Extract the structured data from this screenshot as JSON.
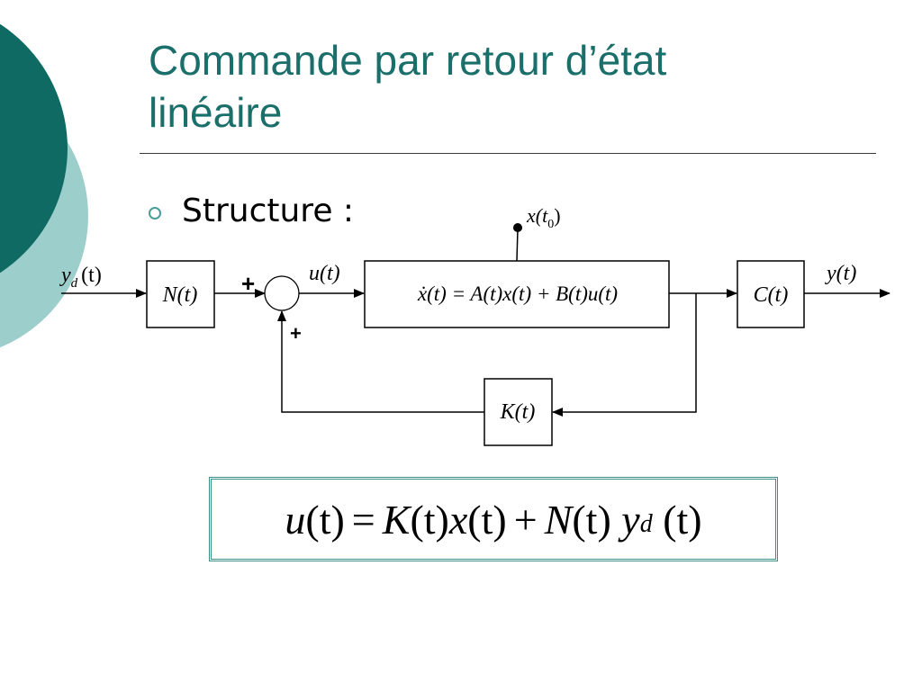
{
  "slide": {
    "title_line1": "Commande par retour d’état",
    "title_line2": "linéaire",
    "bullet": "Structure :",
    "colors": {
      "title": "#1a6f6a",
      "dark_teal": "#0f6a64",
      "light_teal": "#9ccfcc",
      "bullet": "#4a9e98"
    }
  },
  "diagram": {
    "input_label": "y",
    "input_sub": "d",
    "input_arg": "(t)",
    "block_N": "N(t)",
    "sum_plus_top": "+",
    "sum_plus_bottom": "+",
    "u_label": "u(t)",
    "x0_label": "x(t",
    "x0_sub": "0",
    "x0_close": ")",
    "system_eq": "ẋ(t) = A(t)x(t) + B(t)u(t)",
    "block_C": "C(t)",
    "output_label": "y(t)",
    "block_K": "K(t)"
  },
  "equation": {
    "u": "u",
    "t1": "(t)",
    "eq": "=",
    "K": "K",
    "t2": "(t)",
    "x": "x",
    "t3": "(t)",
    "plus": "+",
    "N": "N",
    "t4": "(t)",
    "y": "y",
    "d": "d",
    "t5": "(t)"
  }
}
